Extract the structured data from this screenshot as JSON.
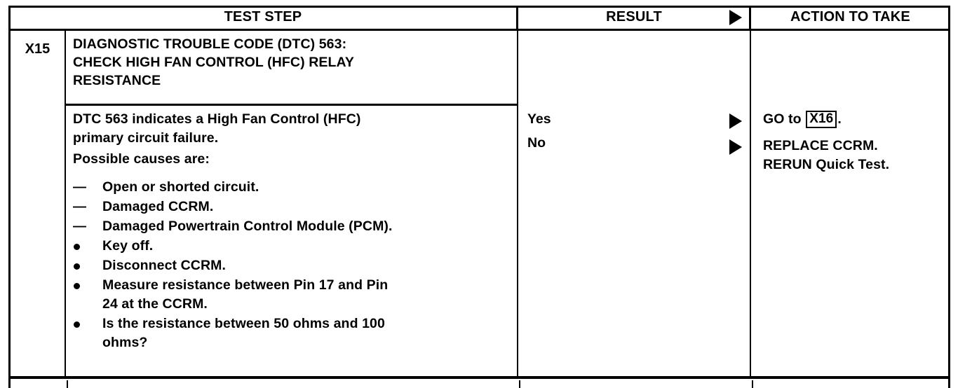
{
  "table": {
    "headers": {
      "test_step": "TEST STEP",
      "result": "RESULT",
      "action": "ACTION TO TAKE",
      "result_arrow": "right-triangle-icon"
    },
    "step": {
      "id": "X15",
      "title_lines": [
        "DIAGNOSTIC TROUBLE CODE (DTC) 563:",
        "CHECK HIGH FAN CONTROL (HFC) RELAY",
        "RESISTANCE"
      ],
      "paragraphs": [
        "DTC 563 indicates a High Fan Control (HFC)",
        "primary circuit failure.",
        "Possible causes are:"
      ],
      "bullets": [
        {
          "mark": "—",
          "type": "dash",
          "lines": [
            "Open or shorted circuit."
          ]
        },
        {
          "mark": "—",
          "type": "dash",
          "lines": [
            "Damaged CCRM."
          ]
        },
        {
          "mark": "—",
          "type": "dash",
          "lines": [
            "Damaged Powertrain Control Module (PCM)."
          ]
        },
        {
          "mark": "•",
          "type": "dot",
          "lines": [
            "Key off."
          ]
        },
        {
          "mark": "•",
          "type": "dot",
          "lines": [
            "Disconnect CCRM."
          ]
        },
        {
          "mark": "•",
          "type": "dot",
          "lines": [
            "Measure resistance between Pin 17 and Pin",
            "24 at the CCRM."
          ]
        },
        {
          "mark": "•",
          "type": "dot",
          "lines": [
            "Is the resistance between 50 ohms and 100",
            "ohms?"
          ]
        }
      ],
      "results": [
        {
          "label": "Yes",
          "arrow": "right-triangle-icon"
        },
        {
          "label": "No",
          "arrow": "right-triangle-icon"
        }
      ],
      "actions": {
        "yes_prefix": "GO to",
        "yes_ref": "X16",
        "yes_suffix": ".",
        "no_line_1": "REPLACE CCRM.",
        "no_line_2": "RERUN Quick Test."
      }
    }
  },
  "colors": {
    "ink": "#000000",
    "page": "#ffffff"
  }
}
